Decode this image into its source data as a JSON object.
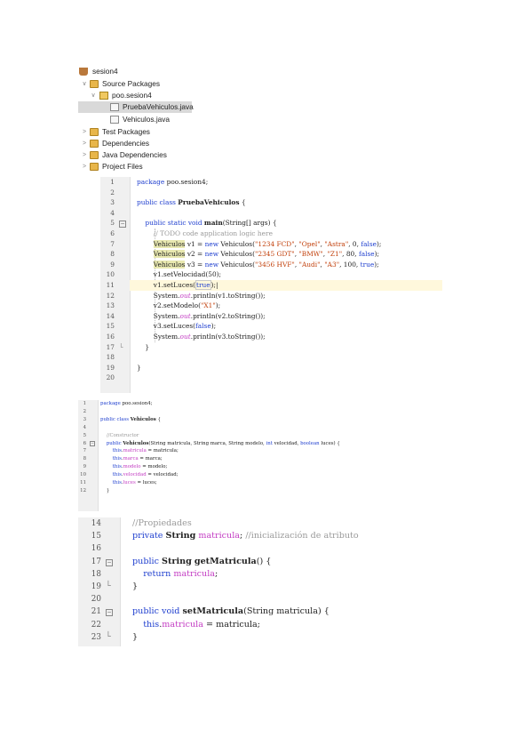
{
  "tree": {
    "items": [
      {
        "label": "sesion4",
        "icon": "coffee-icon",
        "chevron": "",
        "depth": 0
      },
      {
        "label": "Source Packages",
        "icon": "folder-icon",
        "chevron": "v",
        "depth": 1
      },
      {
        "label": "poo.sesion4",
        "icon": "package-icon",
        "chevron": "v",
        "depth": 2
      },
      {
        "label": "PruebaVehiculos.java",
        "icon": "java-file-icon",
        "chevron": "",
        "depth": 3,
        "selected": true
      },
      {
        "label": "Vehiculos.java",
        "icon": "java-file-icon",
        "chevron": "",
        "depth": 3
      },
      {
        "label": "Test Packages",
        "icon": "folder-icon",
        "chevron": ">",
        "depth": 1
      },
      {
        "label": "Dependencies",
        "icon": "folder-icon",
        "chevron": ">",
        "depth": 1
      },
      {
        "label": "Java Dependencies",
        "icon": "folder-icon",
        "chevron": ">",
        "depth": 1
      },
      {
        "label": "Project Files",
        "icon": "folder-icon",
        "chevron": ">",
        "depth": 1
      }
    ]
  },
  "panel1": {
    "numbers": [
      "1",
      "2",
      "3",
      "4",
      "5",
      "6",
      "7",
      "8",
      "9",
      "10",
      "11",
      "12",
      "13",
      "14",
      "15",
      "16",
      "17",
      "18",
      "19",
      "20"
    ],
    "highlight_line": 11
  },
  "panel2": {
    "numbers": [
      "1",
      "2",
      "3",
      "4",
      "5",
      "6",
      "7",
      "8",
      "9",
      "10",
      "11",
      "12"
    ]
  },
  "panel3": {
    "numbers": [
      "14",
      "15",
      "16",
      "17",
      "18",
      "19",
      "20",
      "21",
      "22",
      "23"
    ]
  }
}
